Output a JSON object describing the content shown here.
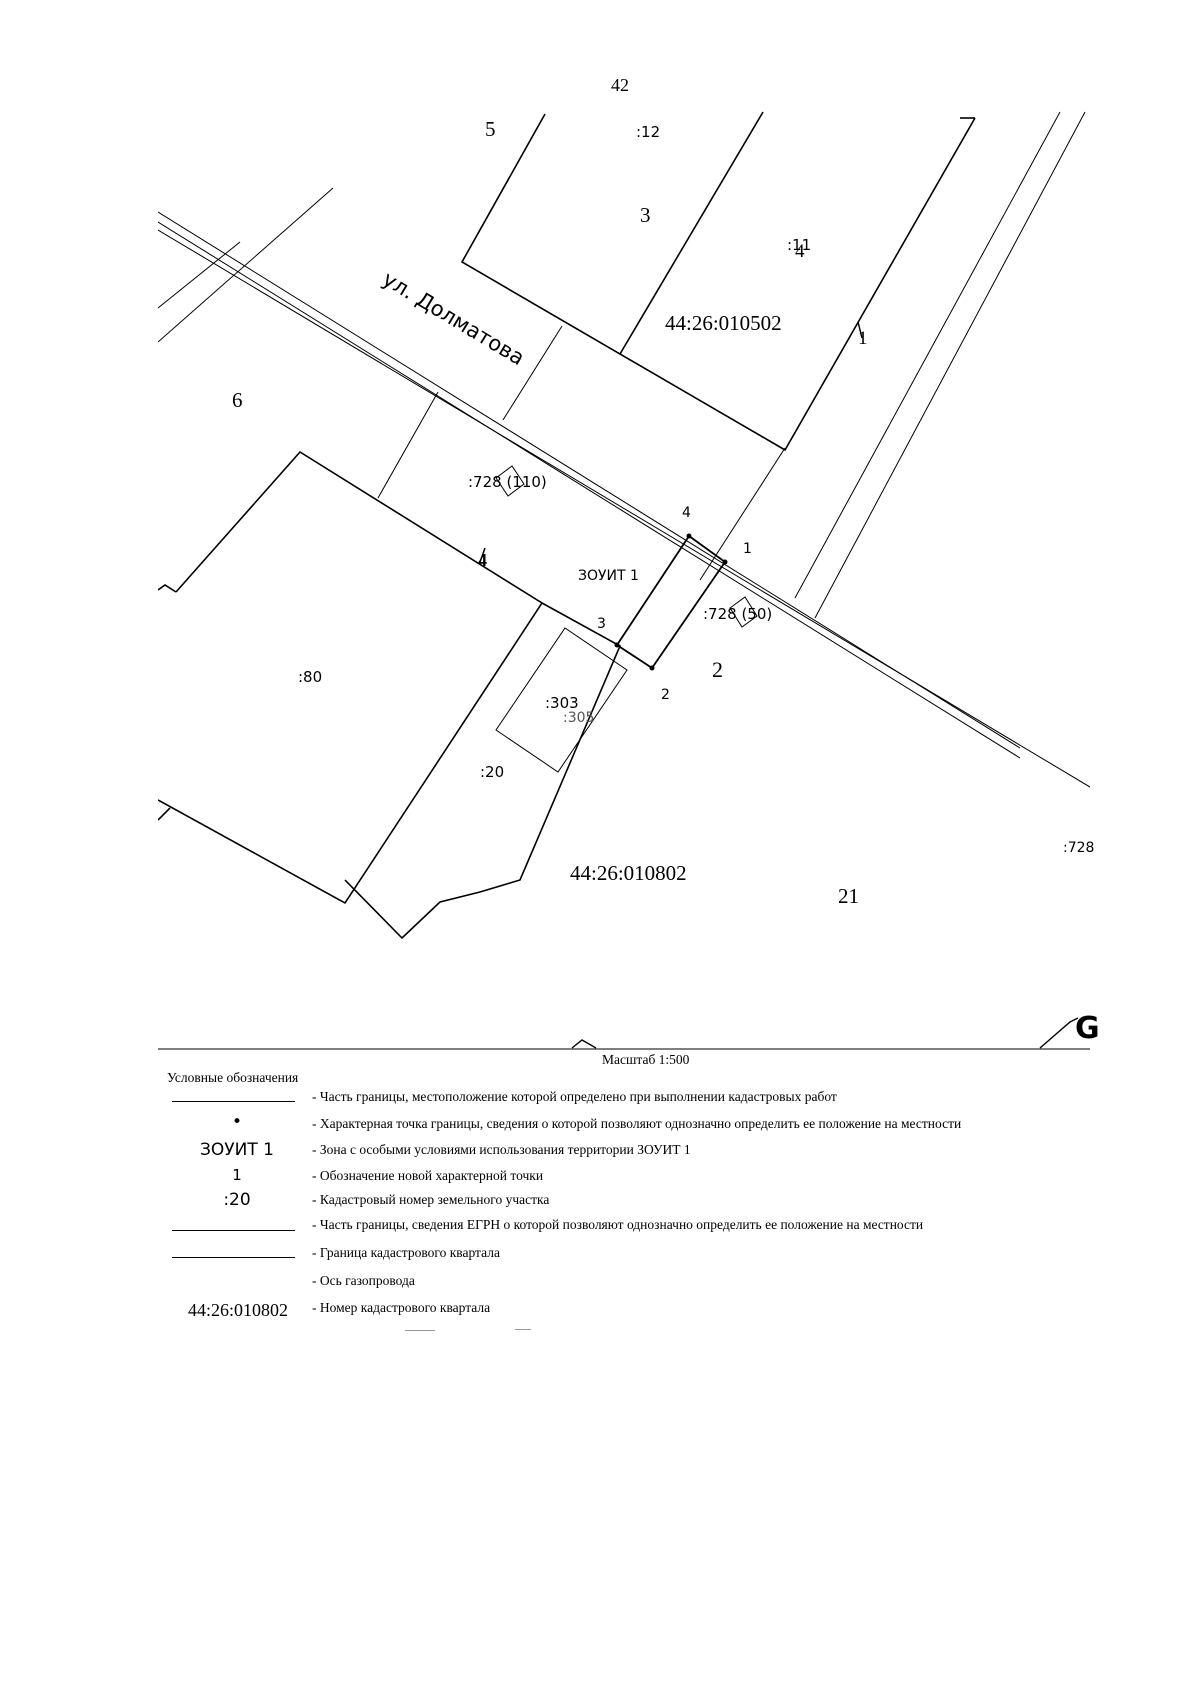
{
  "page_number": "42",
  "street": "ул. Долматова",
  "quarter_numbers": [
    "44:26:010502",
    "44:26:010802"
  ],
  "parcel_labels": [
    ":12",
    ":11",
    ":728 (110)",
    ":728 (50)",
    ":80",
    ":303",
    ":305",
    ":20",
    ":728"
  ],
  "area_numbers": [
    "5",
    "3",
    "4",
    "1",
    "6",
    "2",
    "21",
    "4"
  ],
  "zone_label": "ЗОУИТ 1",
  "point_numbers": [
    "4",
    "1",
    "3",
    "2"
  ],
  "scale": "Масштаб 1:500",
  "legend": {
    "title": "Условные обозначения",
    "items": [
      {
        "symbol": "",
        "desc": "- Часть границы, местоположение которой определено при выполнении кадастровых работ"
      },
      {
        "symbol": "•",
        "desc": "- Характерная точка границы, сведения о которой позволяют однозначно определить ее положение на местности"
      },
      {
        "symbol": "ЗОУИТ 1",
        "desc": "- Зона с особыми условиями использования территории ЗОУИТ 1"
      },
      {
        "symbol": "1",
        "desc": "- Обозначение новой характерной точки"
      },
      {
        "symbol": ":20",
        "desc": "- Кадастровый номер земельного участка"
      },
      {
        "symbol": "",
        "desc": "- Часть границы, сведения ЕГРН о которой позволяют однозначно определить ее положение на местности"
      },
      {
        "symbol": "",
        "desc": "- Граница кадастрового квартала"
      },
      {
        "symbol": "",
        "desc": "- Ось газопровода"
      },
      {
        "symbol": "44:26:010802",
        "desc": "- Номер кадастрового квартала"
      }
    ]
  }
}
